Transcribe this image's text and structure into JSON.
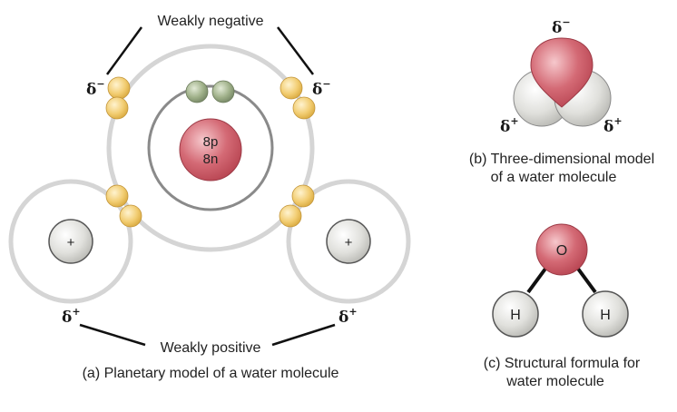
{
  "panel_a": {
    "label_top": "Weakly negative",
    "label_bottom": "Weakly positive",
    "nucleus_protons": "8p",
    "nucleus_neutrons": "8n",
    "hydrogen_sign": "+",
    "delta": "δ",
    "minus": "−",
    "plus": "+",
    "caption": "(a) Planetary model of a water molecule"
  },
  "panel_b": {
    "delta": "δ",
    "minus": "−",
    "plus": "+",
    "caption_line1": "(b) Three-dimensional model",
    "caption_line2": "of a water molecule"
  },
  "panel_c": {
    "oxygen": "O",
    "hydrogen": "H",
    "caption_line1": "(c) Structural formula for",
    "caption_line2": "water molecule"
  },
  "colors": {
    "oxygen": "#c95562",
    "hydrogen": "#d8d8d4",
    "electron": "#f0c86a",
    "inner_electron": "#98a882",
    "shell": "#d5d5d5",
    "inner_shell": "#8a8a8a"
  }
}
